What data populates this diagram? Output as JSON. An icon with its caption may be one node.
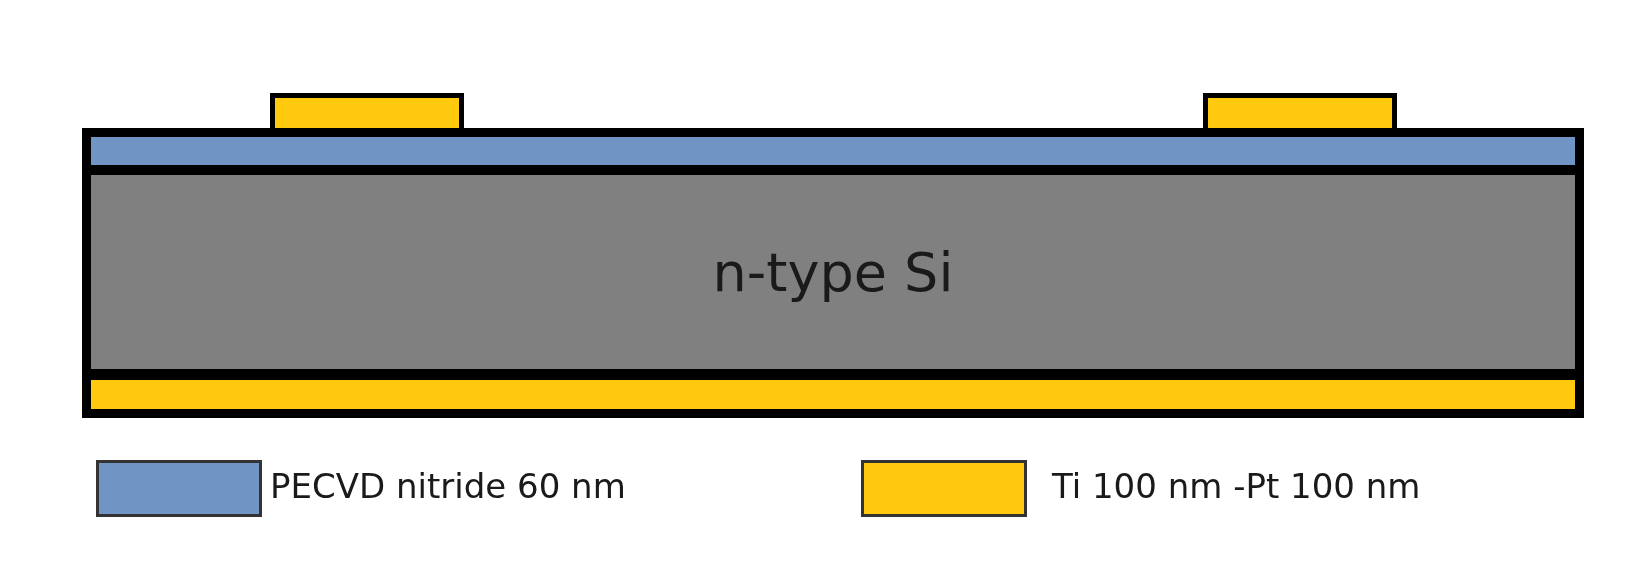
{
  "diagram": {
    "nodes": [
      {
        "text": [],
        "shape": "bar"
      },
      {
        "text": [],
        "shape": "bar"
      },
      {
        "text": [],
        "shape": "bar"
      },
      {
        "text": [
          "n-type Si"
        ]
      },
      {
        "text": [],
        "shape": "bar"
      }
    ],
    "legend": [
      {
        "text": "PECVD nitride 60 nm",
        "color": "#7094c4"
      },
      {
        "text": "Ti 100 nm -Pt 100 nm",
        "color": "#ffc90e"
      }
    ]
  }
}
